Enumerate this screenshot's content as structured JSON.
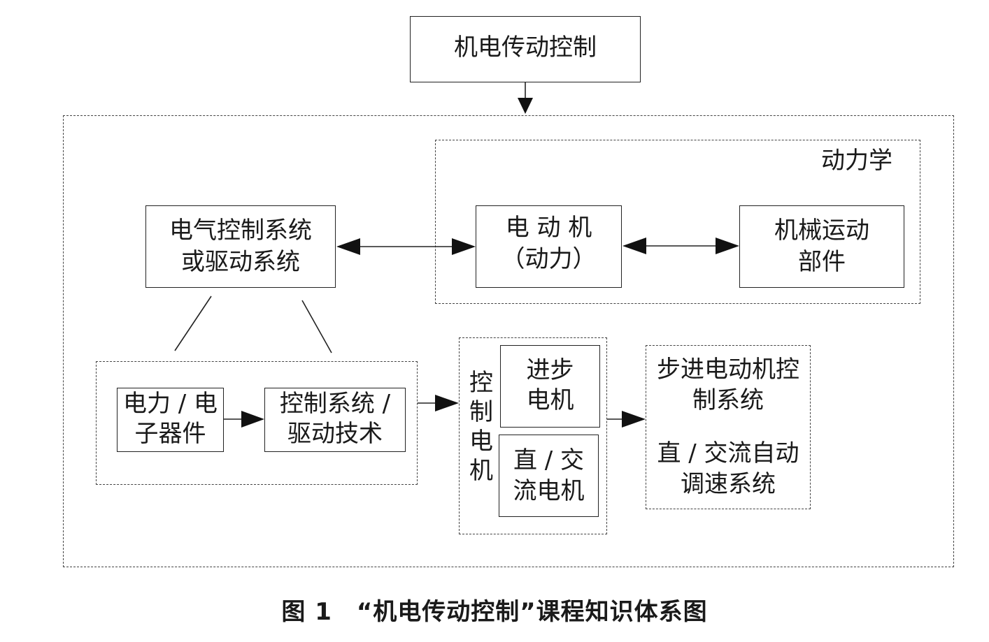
{
  "nodes": {
    "top": "机电传动控制",
    "dynamics_label": "动力学",
    "electrical_line1": "电气控制系统",
    "electrical_line2": "或驱动系统",
    "motor_line1": "电 动 机",
    "motor_line2": "（动力）",
    "mech_line1": "机械运动",
    "mech_line2": "部件",
    "power_line1": "电力 / 电",
    "power_line2": "子器件",
    "ctrl_line1": "控制系统 /",
    "ctrl_line2": "驱动技术",
    "control_motor_vertical": "控制电机",
    "stepper_line1": "进步",
    "stepper_line2": "电机",
    "acdc_line1": "直 / 交",
    "acdc_line2": "流电机",
    "sys_a_line1": "步进电动机控",
    "sys_a_line2": "制系统",
    "sys_b_line1": "直 / 交流自动",
    "sys_b_line2": "调速系统"
  },
  "caption": "图 1　“机电传动控制”课程知识体系图"
}
